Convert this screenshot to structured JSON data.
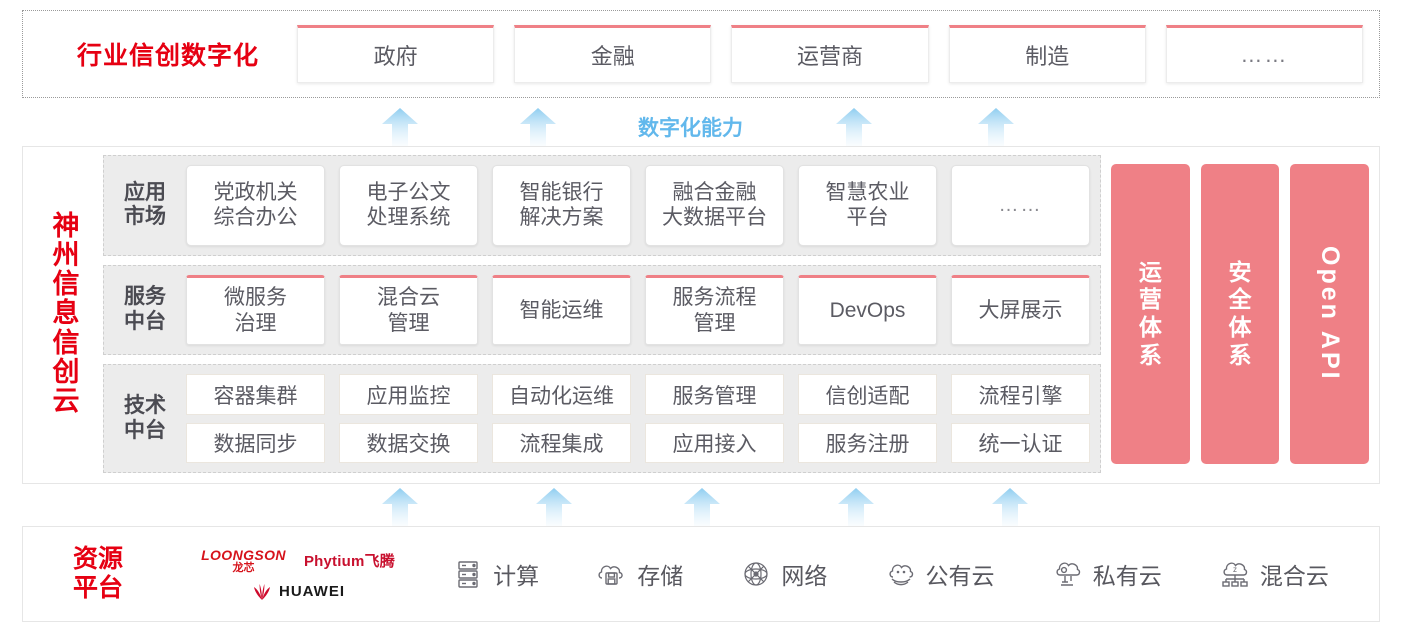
{
  "top_band": {
    "title": "行业信创数字化",
    "cards": [
      {
        "label": "政府"
      },
      {
        "label": "金融"
      },
      {
        "label": "运营商"
      },
      {
        "label": "制造"
      },
      {
        "label": "……"
      }
    ]
  },
  "capability_label": "数字化能力",
  "cloud": {
    "title_chars": [
      "神",
      "州",
      "信",
      "息",
      "信",
      "创",
      "云"
    ],
    "bands": [
      {
        "name": "app-market",
        "label_lines": [
          "应用",
          "市场"
        ],
        "tiles": [
          {
            "lines": [
              "党政机关",
              "综合办公"
            ],
            "pinktop": false
          },
          {
            "lines": [
              "电子公文",
              "处理系统"
            ],
            "pinktop": false
          },
          {
            "lines": [
              "智能银行",
              "解决方案"
            ],
            "pinktop": false
          },
          {
            "lines": [
              "融合金融",
              "大数据平台"
            ],
            "pinktop": false
          },
          {
            "lines": [
              "智慧农业",
              "平台"
            ],
            "pinktop": false
          },
          {
            "lines": [
              "……"
            ],
            "pinktop": false,
            "dots": true
          }
        ]
      },
      {
        "name": "service-platform",
        "label_lines": [
          "服务",
          "中台"
        ],
        "tiles": [
          {
            "lines": [
              "微服务",
              "治理"
            ],
            "pinktop": true
          },
          {
            "lines": [
              "混合云",
              "管理"
            ],
            "pinktop": true
          },
          {
            "lines": [
              "智能运维"
            ],
            "pinktop": true
          },
          {
            "lines": [
              "服务流程",
              "管理"
            ],
            "pinktop": true
          },
          {
            "lines": [
              "DevOps"
            ],
            "pinktop": true
          },
          {
            "lines": [
              "大屏展示"
            ],
            "pinktop": true
          }
        ]
      },
      {
        "name": "tech-platform",
        "label_lines": [
          "技术",
          "中台"
        ],
        "rows": [
          [
            "容器集群",
            "应用监控",
            "自动化运维",
            "服务管理",
            "信创适配",
            "流程引擎"
          ],
          [
            "数据同步",
            "数据交换",
            "流程集成",
            "应用接入",
            "服务注册",
            "统一认证"
          ]
        ]
      }
    ],
    "pillars": [
      {
        "type": "cn",
        "chars": [
          "运",
          "营",
          "体",
          "系"
        ]
      },
      {
        "type": "cn",
        "chars": [
          "安",
          "全",
          "体",
          "系"
        ]
      },
      {
        "type": "rot",
        "text": "Open API"
      }
    ]
  },
  "resource": {
    "title_lines": [
      "资源",
      "平台"
    ],
    "vendors": [
      {
        "name": "loongson",
        "en": "LOONGSON",
        "cn": "龙芯"
      },
      {
        "name": "phytium",
        "text": "Phytium飞腾"
      },
      {
        "name": "huawei",
        "text": "HUAWEI"
      }
    ],
    "items": [
      {
        "icon": "server-icon",
        "label": "计算"
      },
      {
        "icon": "storage-cloud-icon",
        "label": "存储"
      },
      {
        "icon": "network-icon",
        "label": "网络"
      },
      {
        "icon": "public-cloud-icon",
        "label": "公有云"
      },
      {
        "icon": "private-cloud-icon",
        "label": "私有云"
      },
      {
        "icon": "hybrid-cloud-icon",
        "label": "混合云"
      }
    ]
  },
  "colors": {
    "brand_red": "#e60012",
    "pink": "#ef8086",
    "arrow_blue": "#9ed4f2",
    "capability_blue": "#62b8ec",
    "band_gray": "#ececec"
  }
}
